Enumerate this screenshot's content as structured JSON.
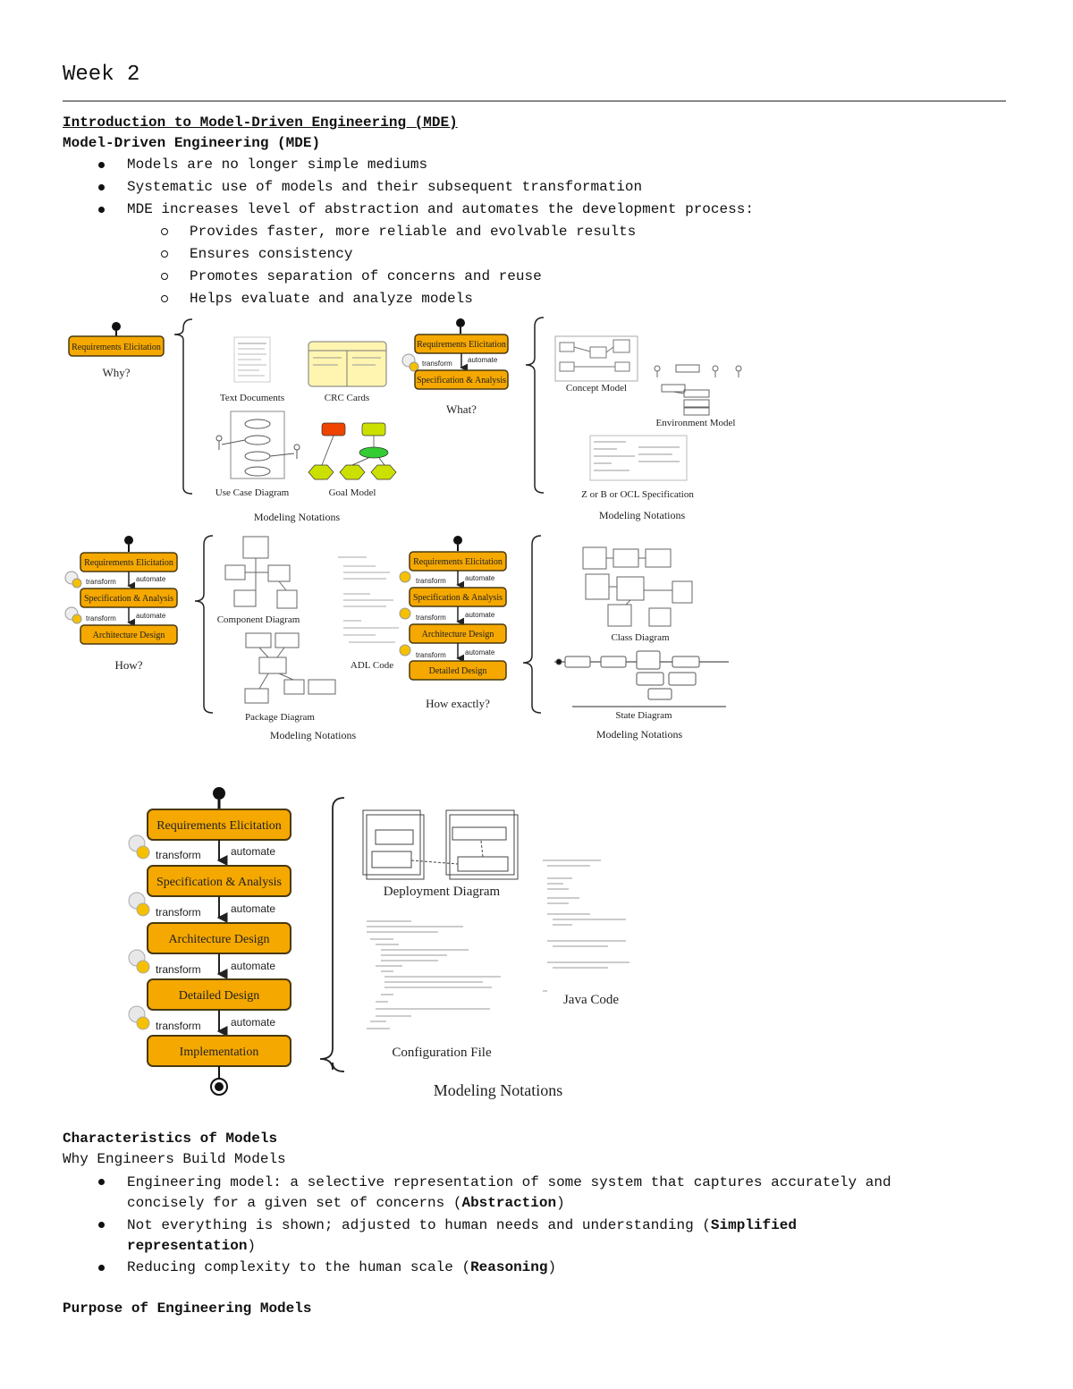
{
  "title": "Week 2",
  "intro": {
    "heading": "Introduction to Model-Driven Engineering (MDE)",
    "subheading": "Model-Driven Engineering (MDE)",
    "bullets": [
      "Models are no longer simple mediums",
      "Systematic use of models and their subsequent transformation",
      "MDE increases level of abstraction and automates the development process:"
    ],
    "subbullets": [
      "Provides faster, more reliable and evolvable results",
      "Ensures consistency",
      "Promotes separation of concerns and reuse",
      "Helps evaluate and analyze models"
    ]
  },
  "figure": {
    "stages": [
      "Requirements Elicitation",
      "Specification & Analysis",
      "Architecture Design",
      "Detailed Design",
      "Implementation"
    ],
    "transform": "transform",
    "automate": "automate",
    "questions": [
      "Why?",
      "What?",
      "How?",
      "How exactly?"
    ],
    "notations_label": "Modeling Notations",
    "labels": {
      "text_documents": "Text Documents",
      "crc_cards": "CRC Cards",
      "use_case": "Use Case Diagram",
      "goal_model": "Goal Model",
      "concept_model": "Concept Model",
      "environment_model": "Environment Model",
      "z_spec": "Z or B or OCL Specification",
      "component": "Component Diagram",
      "adl": "ADL Code",
      "package": "Package Diagram",
      "class": "Class Diagram",
      "state": "State Diagram",
      "deployment": "Deployment Diagram",
      "java": "Java Code",
      "config": "Configuration File"
    },
    "colors": {
      "stage_fill": "#f5a800",
      "stage_stroke": "#4a3a10",
      "goal_red": "#ee4400",
      "goal_yellow": "#cce000"
    }
  },
  "characteristics": {
    "heading": "Characteristics of Models",
    "subheading": "Why Engineers Build Models",
    "b1_text": "Engineering model: a selective representation of some system that captures accurately and",
    "b1_text2": "concisely for a given set of concerns (",
    "b1_bold": "Abstraction",
    "b2_text": "Not everything is shown; adjusted to human needs and understanding (",
    "b2_bold": "Simplified",
    "b2_bold2": "representation",
    "b3_text": "Reducing complexity to the human scale (",
    "b3_bold": "Reasoning",
    "close": ")"
  },
  "purpose": {
    "heading": "Purpose of Engineering Models"
  }
}
